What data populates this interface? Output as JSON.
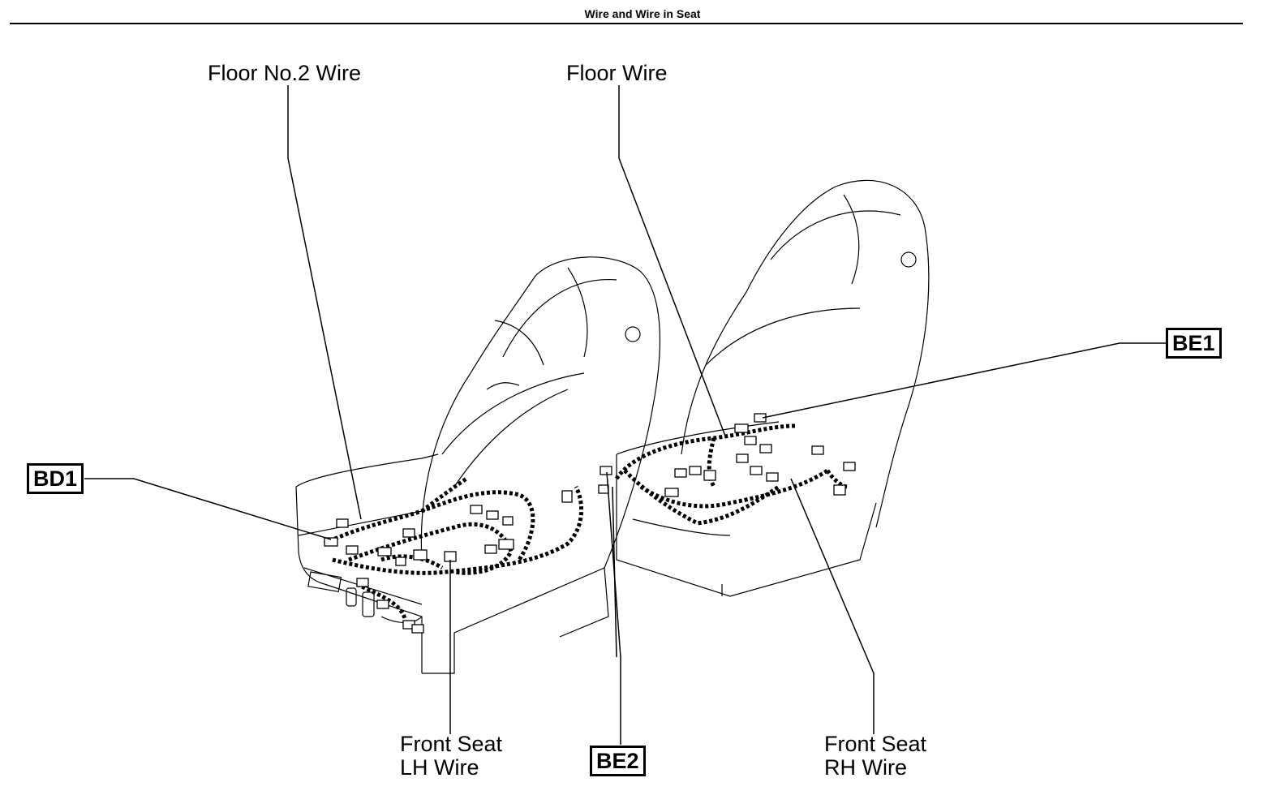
{
  "header": {
    "title": "Wire and Wire in Seat"
  },
  "callouts": {
    "floor_no2_wire": "Floor No.2 Wire",
    "floor_wire": "Floor Wire",
    "front_seat_lh_line1": "Front Seat",
    "front_seat_lh_line2": "LH Wire",
    "front_seat_rh_line1": "Front Seat",
    "front_seat_rh_line2": "RH Wire"
  },
  "connectors": {
    "bd1": "BD1",
    "be1": "BE1",
    "be2": "BE2"
  }
}
